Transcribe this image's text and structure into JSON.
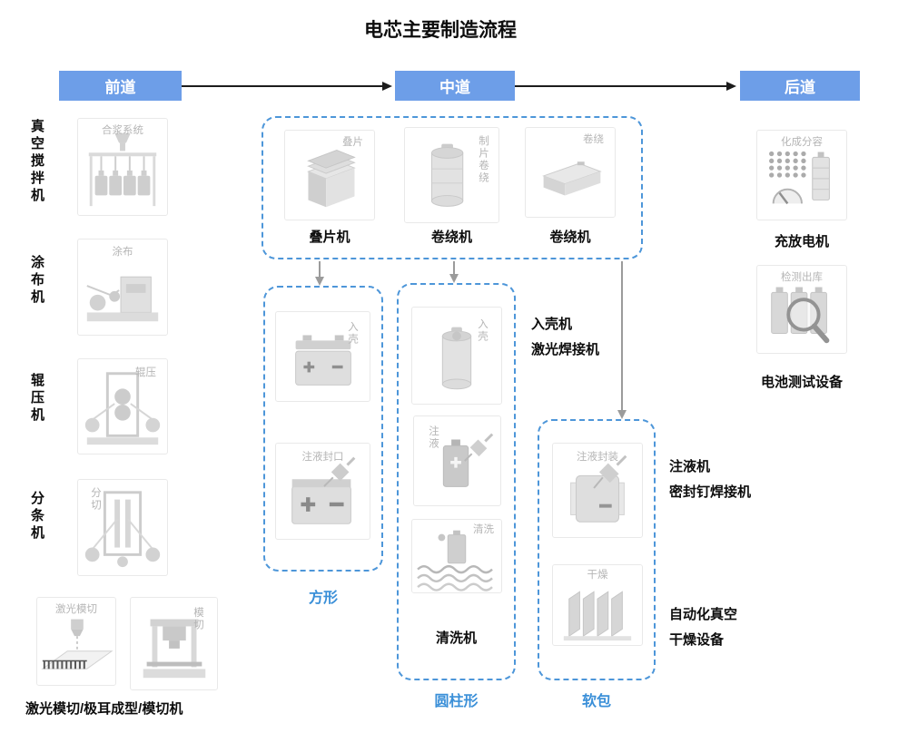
{
  "title": "电芯主要制造流程",
  "stages": [
    {
      "label": "前道"
    },
    {
      "label": "中道"
    },
    {
      "label": "后道"
    }
  ],
  "front": {
    "equipment": [
      {
        "name": "真空搅拌机",
        "caption": "合浆系统"
      },
      {
        "name": "涂布机",
        "caption": "涂布"
      },
      {
        "name": "辊压机",
        "caption": "辊压"
      },
      {
        "name": "分条机",
        "caption": "分切"
      }
    ],
    "cutting": {
      "captions": [
        "激光模切",
        "模切"
      ],
      "label": "激光模切/极耳成型/模切机"
    }
  },
  "middle": {
    "top_machines": [
      {
        "caption": "叠片",
        "label": "叠片机"
      },
      {
        "caption": "制片卷绕",
        "label": "卷绕机"
      },
      {
        "caption": "卷绕",
        "label": "卷绕机"
      }
    ],
    "branches": [
      {
        "label": "方形",
        "machines": [
          {
            "caption": "入壳"
          },
          {
            "caption": "注液封口"
          }
        ]
      },
      {
        "label": "圆柱形",
        "machines": [
          {
            "caption": "入壳"
          },
          {
            "caption": "注液"
          },
          {
            "caption": "清洗",
            "label": "清洗机"
          }
        ]
      },
      {
        "label": "软包",
        "machines": [
          {
            "caption": "注液封装"
          },
          {
            "caption": "干燥"
          }
        ]
      }
    ],
    "annotations": [
      {
        "line1": "入壳机",
        "line2": "激光焊接机"
      },
      {
        "line1": "注液机",
        "line2": "密封钉焊接机"
      },
      {
        "line1": "自动化真空",
        "line2": "干燥设备"
      }
    ]
  },
  "back": {
    "equipment": [
      {
        "caption": "化成分容",
        "label": "充放电机"
      },
      {
        "caption": "检测出库",
        "label": "电池测试设备"
      }
    ]
  },
  "colors": {
    "stage_bg": "#6D9EE8",
    "dashed_border": "#4D96D9",
    "branch_label": "#3A8FD8",
    "arrow_black": "#1c1c1c",
    "arrow_gray": "#9b9b9b",
    "caption_gray": "#b5b5b5"
  }
}
